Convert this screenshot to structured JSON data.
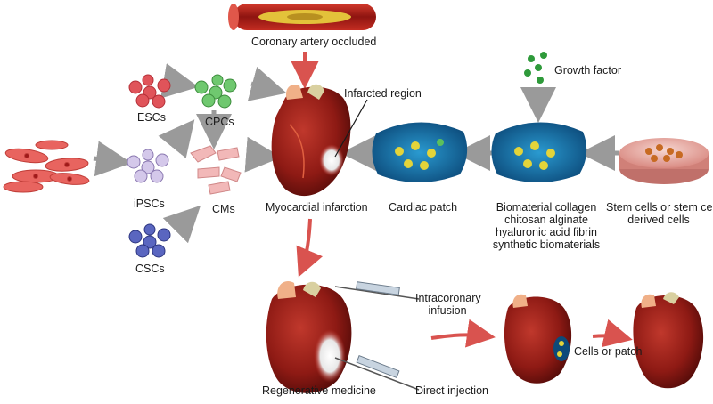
{
  "labels": {
    "coronary_artery": "Coronary artery occluded",
    "growth_factor": "Growth factor",
    "infarcted_region": "Infarcted region",
    "escs": "ESCs",
    "cpcs": "CPCs",
    "ipscs": "iPSCs",
    "cms": "CMs",
    "cscs": "CSCs",
    "myocardial_infarction": "Myocardial infarction",
    "cardiac_patch": "Cardiac patch",
    "biomaterial_line1": "Biomaterial collagen",
    "biomaterial_line2": "chitosan alginate",
    "biomaterial_line3": "hyaluronic acid fibrin",
    "biomaterial_line4": "synthetic biomaterials",
    "stem_cells_line1": "Stem cells or stem cell",
    "stem_cells_line2": "derived cells",
    "intracoronary_line1": "Intracoronary",
    "intracoronary_line2": "infusion",
    "regenerative_medicine": "Regenerative medicine",
    "direct_injection": "Direct injection",
    "cells_or_patch": "Cells or patch"
  },
  "colors": {
    "heart_red": "#8e1a14",
    "heart_dark": "#4a0907",
    "patch_blue": "#1a78b4",
    "arrow_gray": "#9a9a9a",
    "arrow_red": "#d9534f",
    "esc_red": "#e0545a",
    "cpc_green": "#5cb85c",
    "ipsc_lilac": "#c6b6e0",
    "cm_pink": "#f2b8b8",
    "csc_blue": "#4d58b0",
    "fibroblast_red": "#e8645f"
  }
}
